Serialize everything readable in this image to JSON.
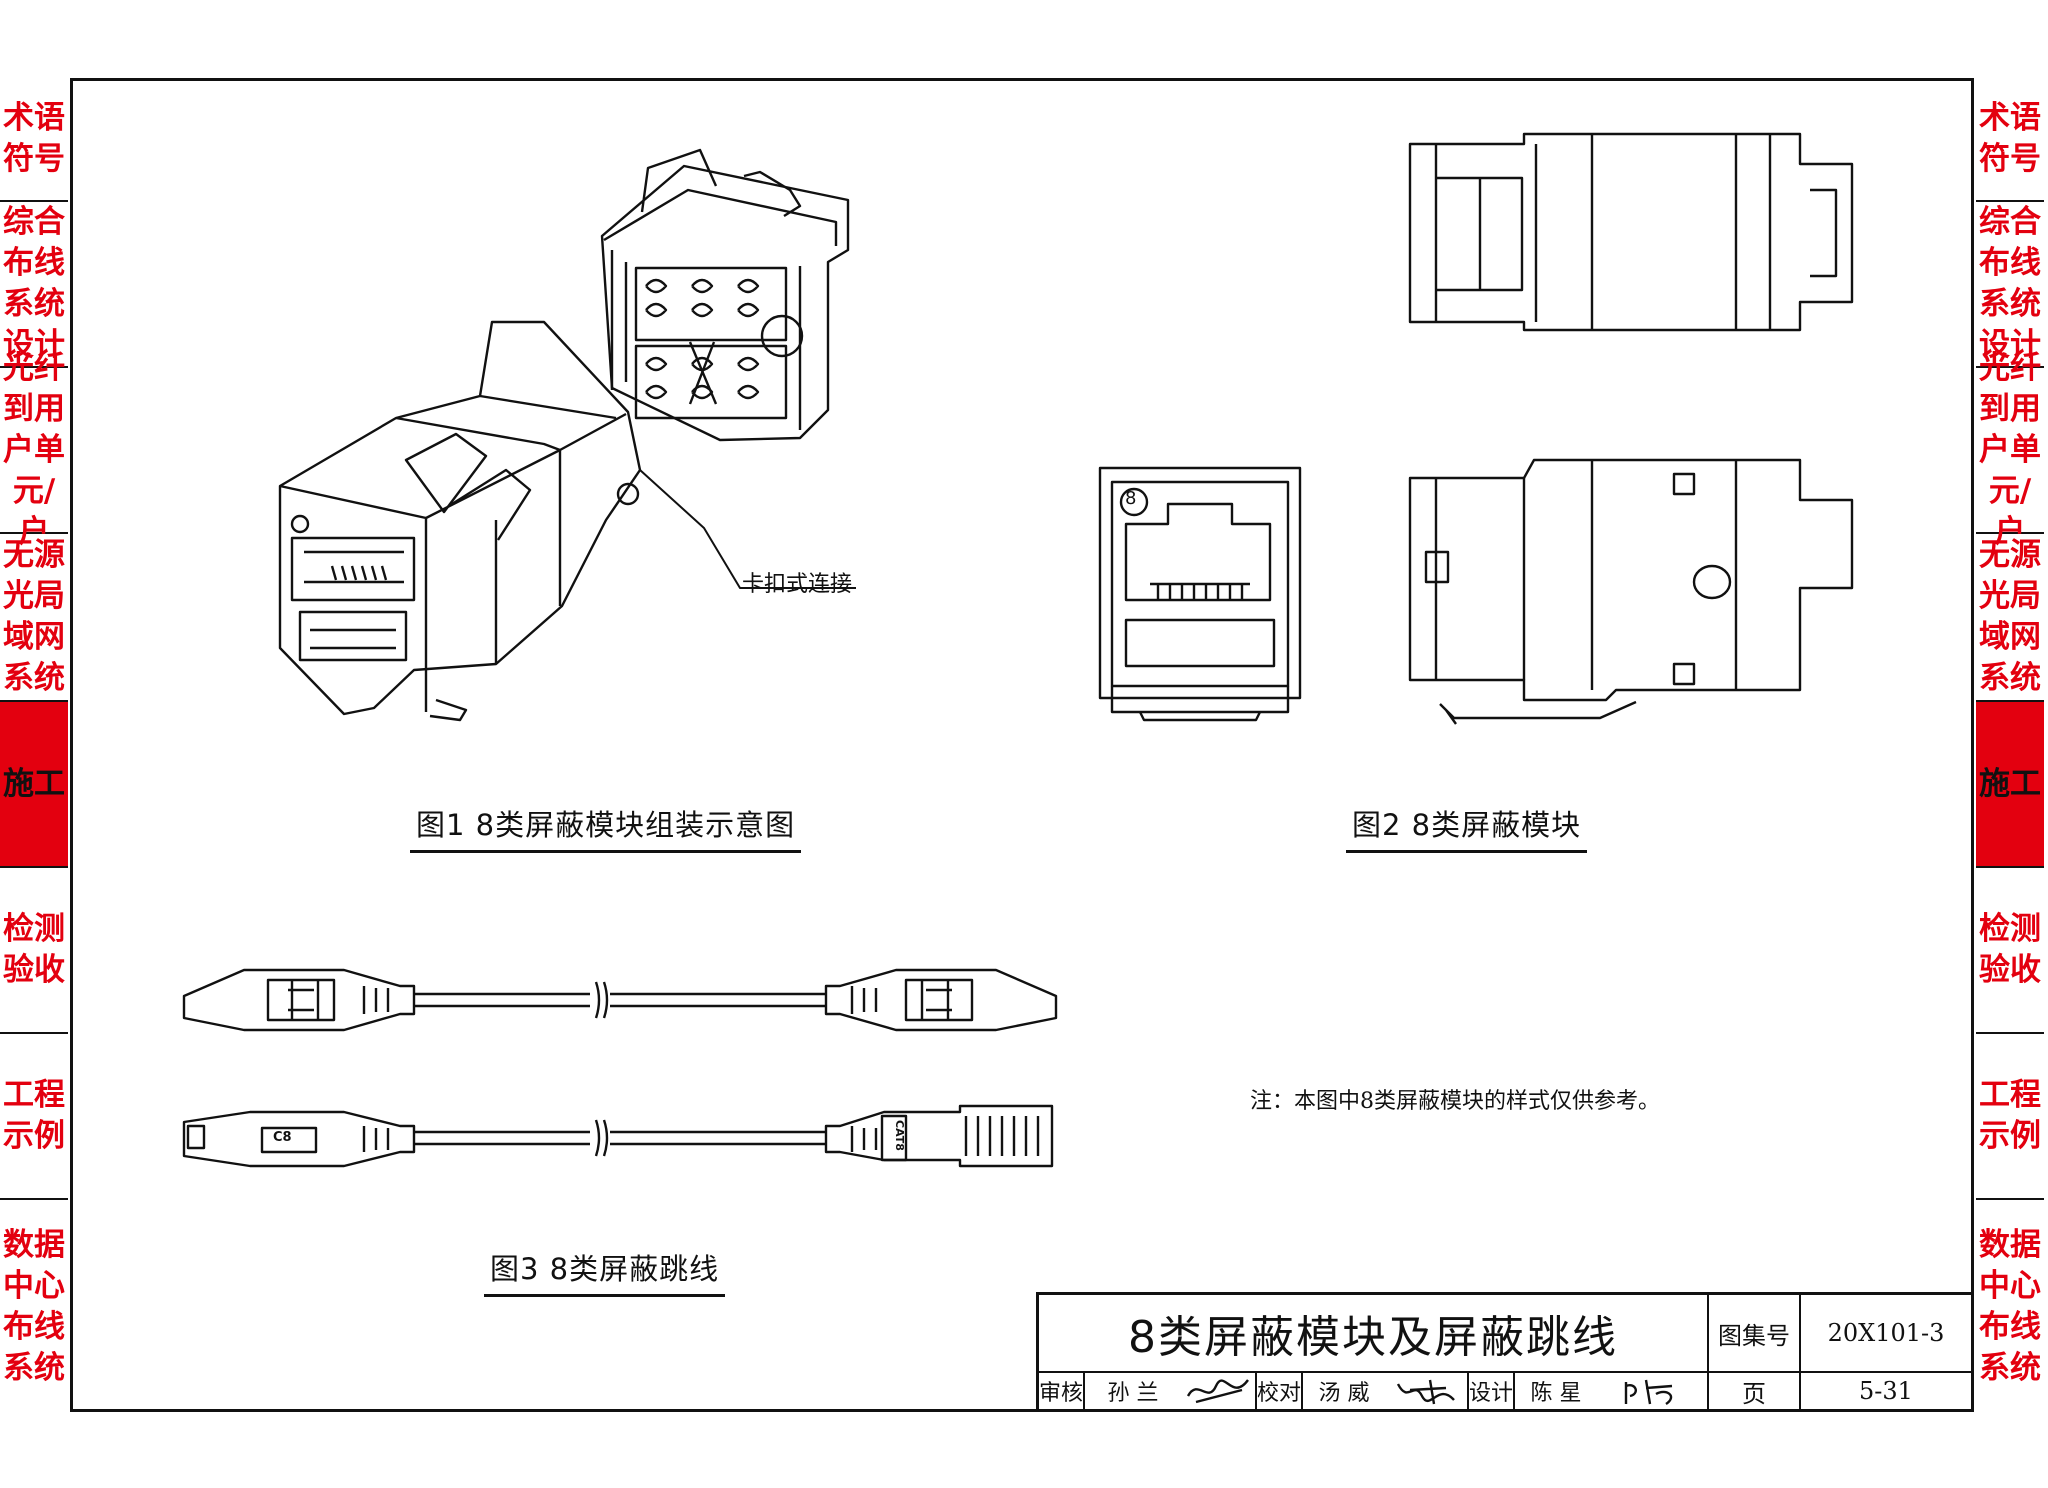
{
  "side_tabs": [
    {
      "label": "术语\n符号",
      "active": false
    },
    {
      "label": "综合\n布线\n系统\n设计",
      "active": false
    },
    {
      "label": "光纤\n到用\n户单\n元/户",
      "active": false
    },
    {
      "label": "无源\n光局\n域网\n系统",
      "active": false
    },
    {
      "label": "施工",
      "active": true
    },
    {
      "label": "检测\n验收",
      "active": false
    },
    {
      "label": "工程\n示例",
      "active": false
    },
    {
      "label": "数据\n中心\n布线\n系统",
      "active": false
    }
  ],
  "figures": {
    "fig1_caption": "图1   8类屏蔽模块组装示意图",
    "fig1_callout": "卡扣式连接",
    "fig2_caption": "图2   8类屏蔽模块",
    "fig3_caption": "图3   8类屏蔽跳线",
    "pin_label": "8",
    "plug_label_top": "C8",
    "plug_label_bottom": "CAT8"
  },
  "note": "注：本图中8类屏蔽模块的样式仅供参考。",
  "title_block": {
    "title": "8类屏蔽模块及屏蔽跳线",
    "atlas_label": "图集号",
    "atlas_no": "20X101-3",
    "review_label": "审核",
    "reviewer": "孙 兰",
    "check_label": "校对",
    "checker": "汤 威",
    "design_label": "设计",
    "designer": "陈 星",
    "page_label": "页",
    "page_no": "5-31"
  }
}
